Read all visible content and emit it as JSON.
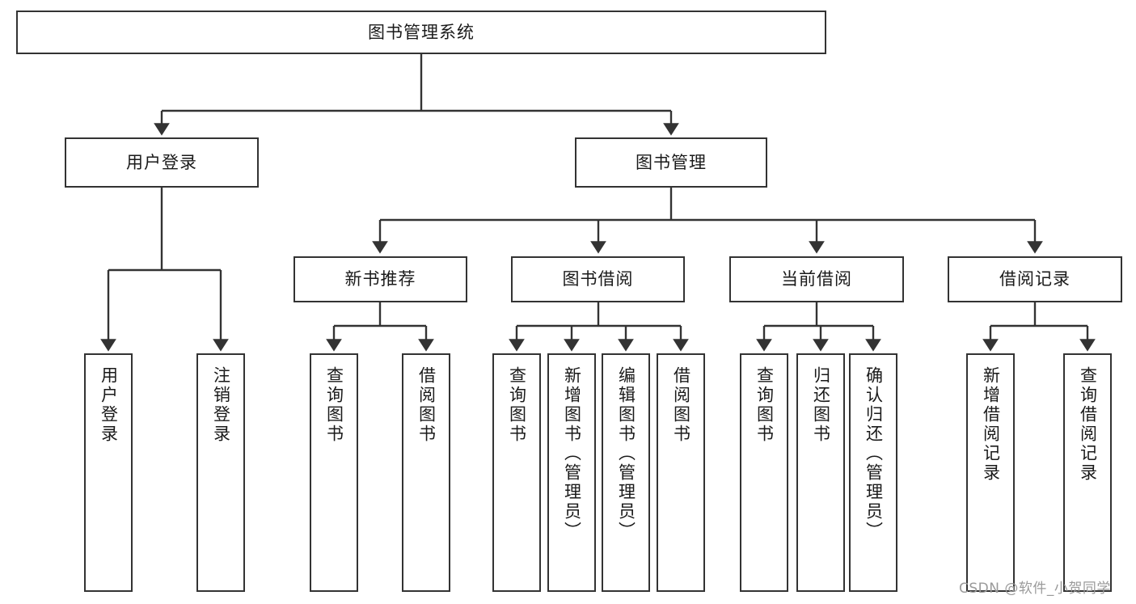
{
  "diagram": {
    "title": "图书管理系统",
    "type": "tree-hierarchy",
    "orientation": "top-down",
    "colors": {
      "box_border": "#333333",
      "box_fill": "#ffffff",
      "connector": "#333333",
      "text": "#1a1a1a",
      "watermark": "#9a9a9a"
    },
    "root": {
      "label": "图书管理系统"
    },
    "level2": [
      {
        "label": "用户登录"
      },
      {
        "label": "图书管理"
      }
    ],
    "level3": [
      {
        "label": "新书推荐"
      },
      {
        "label": "图书借阅"
      },
      {
        "label": "当前借阅"
      },
      {
        "label": "借阅记录"
      }
    ],
    "leaves": {
      "user_login": [
        {
          "label": "用户登录"
        },
        {
          "label": "注销登录"
        }
      ],
      "new_book_recommend": [
        {
          "label": "查询图书"
        },
        {
          "label": "借阅图书"
        }
      ],
      "book_borrow": [
        {
          "label": "查询图书"
        },
        {
          "label": "新增图书（管理员）"
        },
        {
          "label": "编辑图书（管理员）"
        },
        {
          "label": "借阅图书"
        }
      ],
      "current_borrow": [
        {
          "label": "查询图书"
        },
        {
          "label": "归还图书"
        },
        {
          "label": "确认归还（管理员）"
        }
      ],
      "borrow_record": [
        {
          "label": "新增借阅记录"
        },
        {
          "label": "查询借阅记录"
        }
      ]
    }
  },
  "watermark": {
    "text": "CSDN @软件_小贺同学"
  }
}
